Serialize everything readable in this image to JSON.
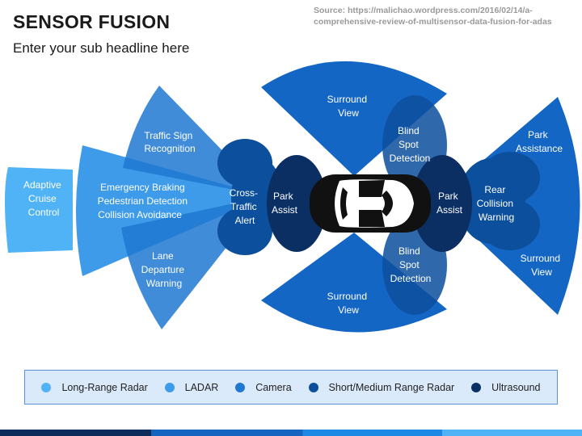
{
  "header": {
    "title": "SENSOR FUSION",
    "subtitle": "Enter your sub headline here",
    "source": "Source: https://malichao.wordpress.com/2016/02/14/a-comprehensive-review-of-multisensor-data-fusion-for-adas"
  },
  "colors": {
    "long_range_radar": "#4fb3f6",
    "ladar": "#3d9be9",
    "camera": "#1f78d1",
    "short_medium_radar": "#0c4f9c",
    "ultrasound": "#0b2f63"
  },
  "labels": {
    "adaptive_cruise": [
      "Adaptive",
      "Cruise",
      "Control"
    ],
    "emergency": [
      "Emergency Braking",
      "Pedestrian Detection",
      "Collision Avoidance"
    ],
    "traffic_sign": [
      "Traffic Sign",
      "Recognition"
    ],
    "lane_departure": [
      "Lane",
      "Departure",
      "Warning"
    ],
    "cross_traffic": [
      "Cross-",
      "Traffic",
      "Alert"
    ],
    "park_assist_left": [
      "Park",
      "Assist"
    ],
    "park_assist_right": [
      "Park",
      "Assist"
    ],
    "surround_top": [
      "Surround",
      "View"
    ],
    "surround_bottom": [
      "Surround",
      "View"
    ],
    "surround_right": [
      "Surround",
      "View"
    ],
    "blind_spot_top": [
      "Blind",
      "Spot",
      "Detection"
    ],
    "blind_spot_bottom": [
      "Blind",
      "Spot",
      "Detection"
    ],
    "rear_collision": [
      "Rear",
      "Collision",
      "Warning"
    ],
    "park_assistance": [
      "Park",
      "Assistance"
    ]
  },
  "legend": [
    {
      "label": "Long-Range Radar",
      "color": "#4fb3f6",
      "icon": "legend-dot"
    },
    {
      "label": "LADAR",
      "color": "#3d9be9",
      "icon": "legend-dot"
    },
    {
      "label": "Camera",
      "color": "#1f78d1",
      "icon": "legend-dot"
    },
    {
      "label": "Short/Medium Range Radar",
      "color": "#0c4f9c",
      "icon": "legend-dot"
    },
    {
      "label": "Ultrasound",
      "color": "#0b2f63",
      "icon": "legend-dot"
    }
  ]
}
